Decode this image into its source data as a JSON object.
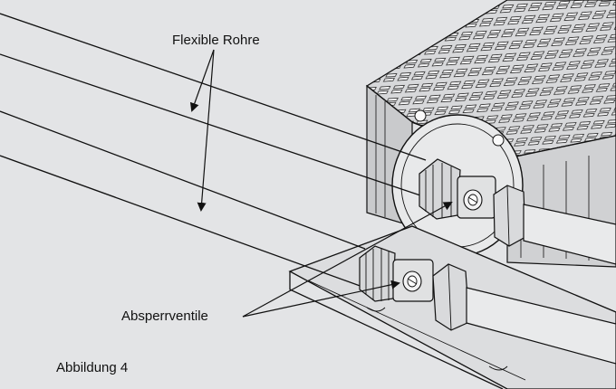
{
  "labels": {
    "flexible_pipes": "Flexible Rohre",
    "shutoff_valves": "Absperrventile",
    "figure": "Abbildung 4"
  },
  "colors": {
    "background": "#e3e4e6",
    "line": "#111111",
    "metal_fill": "#d2d3d5",
    "pipe_fill": "#e9eaeb"
  }
}
